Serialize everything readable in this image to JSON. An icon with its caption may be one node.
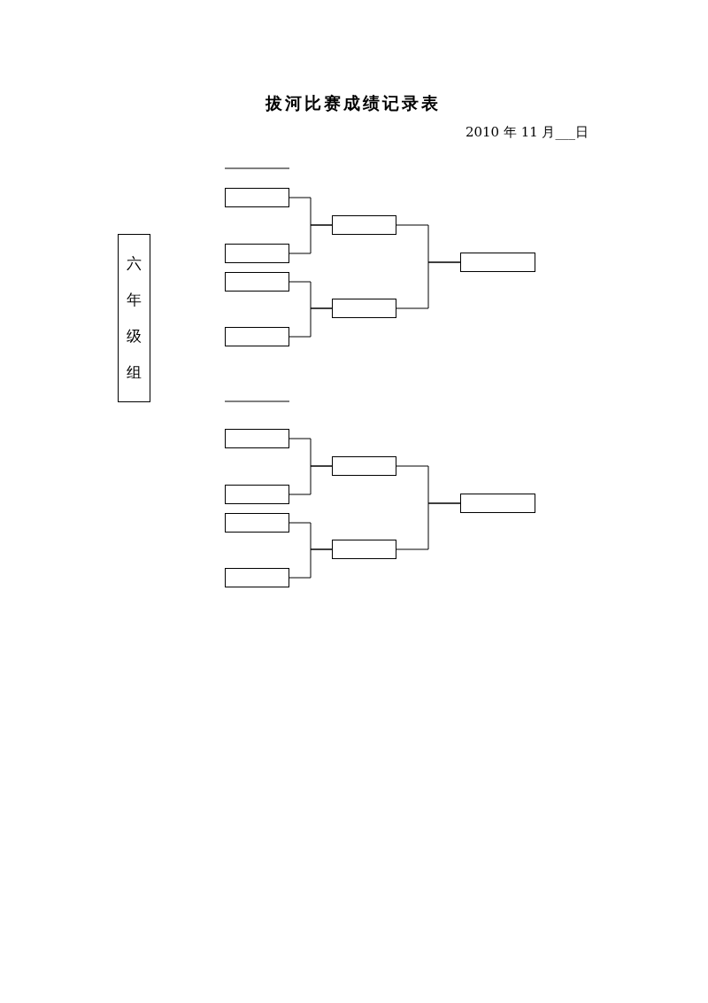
{
  "diagram": {
    "title": "拔河比赛成绩记录表",
    "nodes": [
      {
        "text": [
          "六年级组"
        ]
      },
      {
        "text": [],
        "shape": "box"
      },
      {
        "text": [],
        "shape": "box"
      },
      {
        "text": [],
        "shape": "box"
      },
      {
        "text": [],
        "shape": "box"
      },
      {
        "text": [],
        "shape": "box"
      },
      {
        "text": [],
        "shape": "box"
      },
      {
        "text": [],
        "shape": "box"
      },
      {
        "text": [],
        "shape": "box"
      },
      {
        "text": [],
        "shape": "box"
      },
      {
        "text": [],
        "shape": "box"
      },
      {
        "text": [],
        "shape": "box"
      },
      {
        "text": [],
        "shape": "box"
      },
      {
        "text": [],
        "shape": "box"
      },
      {
        "text": [],
        "shape": "box"
      }
    ],
    "edges": [
      {
        "from": 1,
        "to": 5,
        "arrow": "none"
      },
      {
        "from": 2,
        "to": 5,
        "arrow": "none"
      },
      {
        "from": 3,
        "to": 6,
        "arrow": "none"
      },
      {
        "from": 4,
        "to": 6,
        "arrow": "none"
      },
      {
        "from": 5,
        "to": 7,
        "arrow": "none"
      },
      {
        "from": 6,
        "to": 7,
        "arrow": "none"
      },
      {
        "from": 8,
        "to": 12,
        "arrow": "none"
      },
      {
        "from": 9,
        "to": 12,
        "arrow": "none"
      },
      {
        "from": 10,
        "to": 13,
        "arrow": "none"
      },
      {
        "from": 11,
        "to": 13,
        "arrow": "none"
      },
      {
        "from": 12,
        "to": 14,
        "arrow": "none"
      },
      {
        "from": 13,
        "to": 14,
        "arrow": "none"
      }
    ],
    "labels": [
      "2010 年 11 月___日"
    ]
  }
}
